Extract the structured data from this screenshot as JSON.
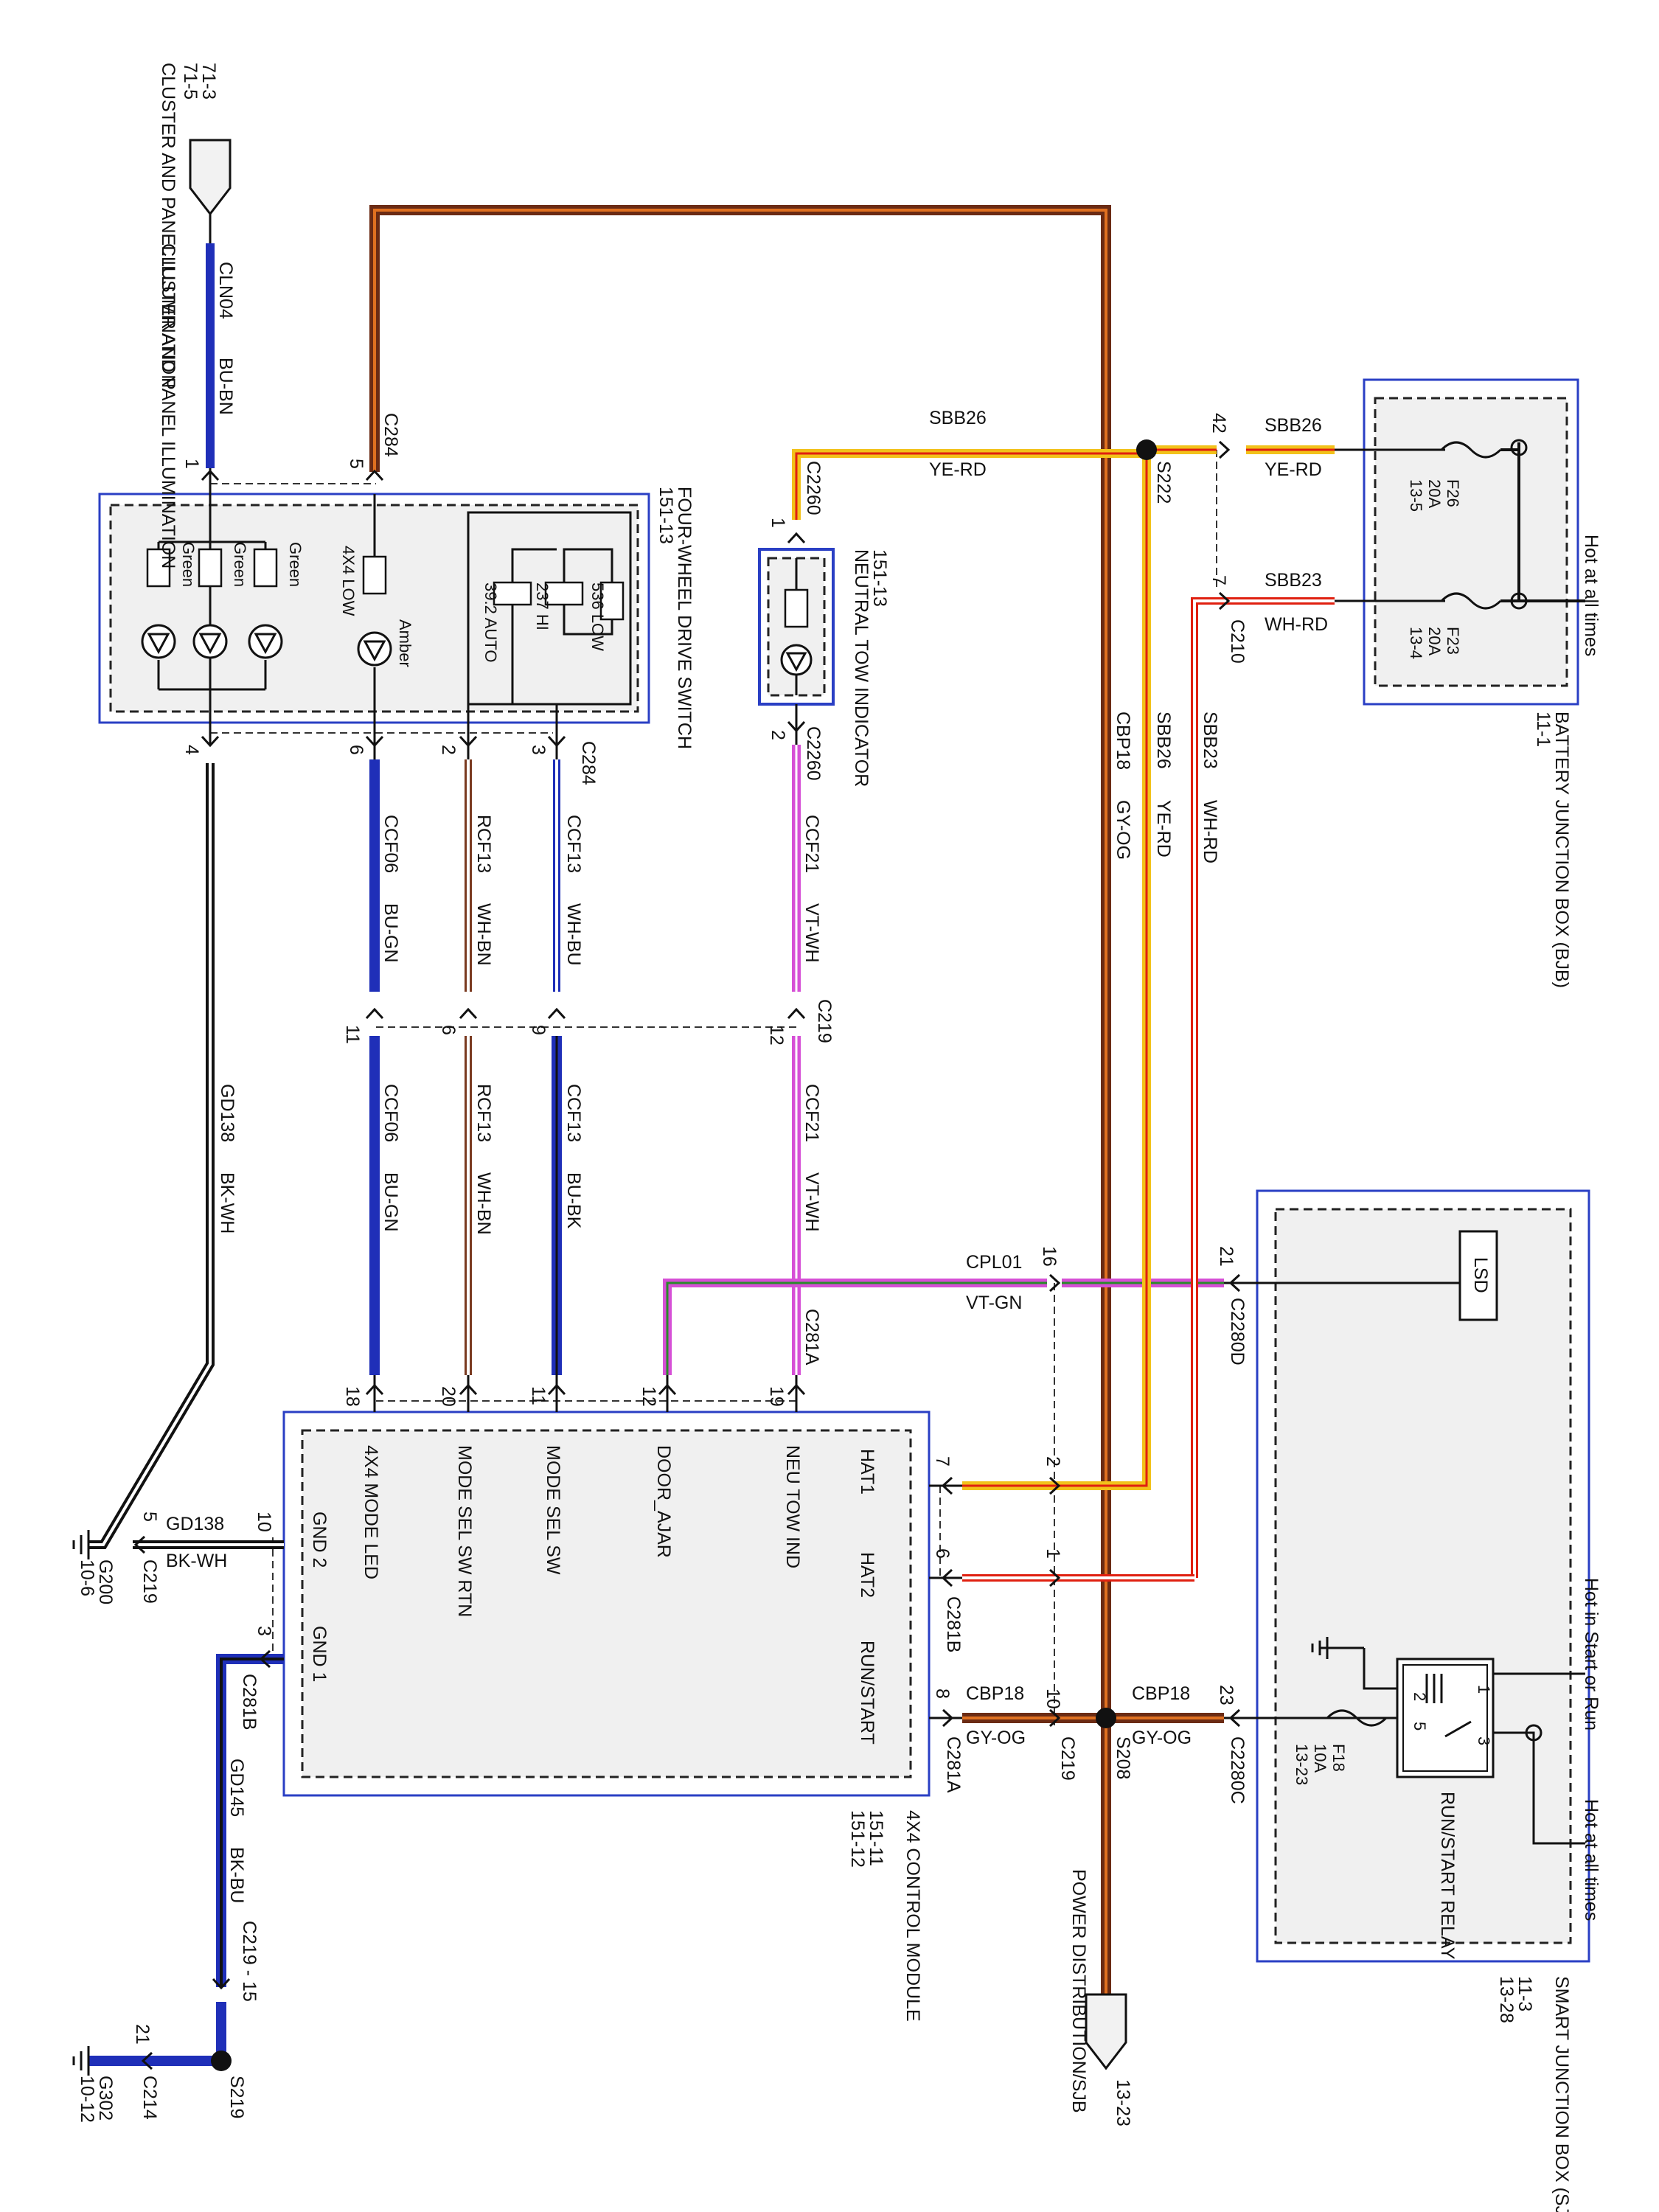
{
  "colors": {
    "box_border": "#2a3fc4",
    "BU": "#1f2fb8",
    "VT": "#d64fd6",
    "YE": "#f2c21a",
    "RD": "#e02010",
    "GY-OG": "#6b2b14",
    "BK": "#111111",
    "WH": "#ffffff"
  },
  "top_ref": {
    "pages": [
      "71-3",
      "71-5"
    ],
    "title": "CLUSTER AND PANEL ILLUMINATION"
  },
  "bottom_ref": {
    "page": "13-23",
    "title": "POWER DISTRIBUTION/SJB"
  },
  "four_wheel_switch": {
    "name": "FOUR-WHEEL DRIVE SWITCH",
    "page": "151-13",
    "leds": [
      "Green",
      "Green",
      "Green",
      "Amber"
    ],
    "labels": {
      "low4": "4X4 LOW",
      "auto": "39.2 AUTO",
      "hi": "237 HI",
      "low": "536 LOW"
    }
  },
  "neutral_tow": {
    "name": "NEUTRAL TOW INDICATOR",
    "page": "151-13"
  },
  "bjb": {
    "name": "BATTERY JUNCTION BOX (BJB)",
    "page": "11-1",
    "hot": "Hot at all times",
    "fuses": [
      {
        "id": "F26",
        "amp": "20A",
        "page": "13-5"
      },
      {
        "id": "F23",
        "amp": "20A",
        "page": "13-4"
      }
    ]
  },
  "module": {
    "name": "4X4 CONTROL MODULE",
    "pages": [
      "151-11",
      "151-12"
    ],
    "pins": {
      "led": "4X4 MODE LED",
      "rtn": "MODE SEL SW RTN",
      "sw": "MODE SEL SW",
      "door": "DOOR_AJAR",
      "neu": "NEU TOW IND",
      "hat1": "HAT1",
      "hat2": "HAT2",
      "run": "RUN/START",
      "gnd2": "GND 2",
      "gnd1": "GND 1"
    }
  },
  "sjb": {
    "name": "SMART JUNCTION BOX (SJB)",
    "pages": [
      "11-3",
      "13-28"
    ],
    "lsd": "LSD",
    "hot_run": "Hot in Start or Run",
    "hot_all": "Hot at all times",
    "relay": "RUN/START RELAY",
    "fuse": {
      "id": "F18",
      "amp": "10A",
      "page": "13-23"
    },
    "relay_pins": [
      "1",
      "2",
      "3",
      "5"
    ]
  },
  "wires": {
    "cln04": {
      "circuit": "CLN04",
      "color": "BU-BN"
    },
    "ccf06": {
      "circuit": "CCF06",
      "color": "BU-GN"
    },
    "rcf13": {
      "circuit": "RCF13",
      "color": "WH-BN"
    },
    "ccf13a": {
      "circuit": "CCF13",
      "color": "WH-BU"
    },
    "ccf13b": {
      "circuit": "CCF13",
      "color": "BU-BK"
    },
    "ccf21": {
      "circuit": "CCF21",
      "color": "VT-WH"
    },
    "gd138": {
      "circuit": "GD138",
      "color": "BK-WH"
    },
    "gd145": {
      "circuit": "GD145",
      "color": "BK-BU"
    },
    "sbb26": {
      "circuit": "SBB26",
      "color": "YE-RD"
    },
    "sbb23": {
      "circuit": "SBB23",
      "color": "WH-RD"
    },
    "cbp18": {
      "circuit": "CBP18",
      "color": "GY-OG"
    },
    "cpl01": {
      "circuit": "CPL01",
      "color": "VT-GN"
    }
  },
  "connectors": {
    "c284": "C284",
    "c2260": "C2260",
    "c219": "C219",
    "c210": "C210",
    "s222": "S222",
    "c281a": "C281A",
    "c281b": "C281B",
    "c2280d": "C2280D",
    "c2280c": "C2280C",
    "s208": "S208",
    "s219": "S219",
    "c214": "C214",
    "c219_15": "C219 - 15"
  },
  "grounds": {
    "g200": {
      "id": "G200",
      "page": "10-6"
    },
    "g302": {
      "id": "G302",
      "page": "10-12"
    }
  },
  "pins": [
    "1",
    "5",
    "4",
    "6",
    "2",
    "3",
    "1",
    "2",
    "11",
    "6",
    "9",
    "12",
    "42",
    "7",
    "18",
    "20",
    "11",
    "12",
    "19",
    "16",
    "21",
    "7",
    "6",
    "2",
    "1",
    "8",
    "10",
    "23",
    "10",
    "5",
    "3",
    "15",
    "21"
  ]
}
